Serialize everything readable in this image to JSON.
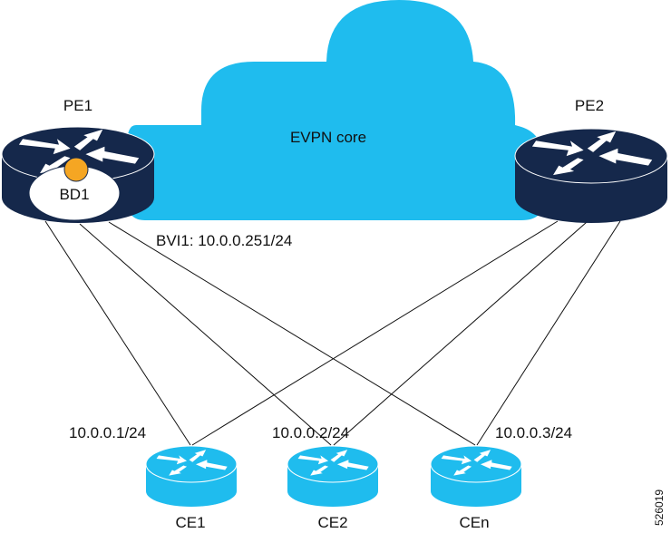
{
  "diagram": {
    "title": "EVPN core topology",
    "cloud": {
      "label": "EVPN core",
      "color": "#1fbcee"
    },
    "colors": {
      "pe_router": "#15284b",
      "ce_router": "#1fbcee",
      "bd_dot": "#f5a623",
      "link": "#111111",
      "arrow": "#ffffff"
    },
    "pe_routers": [
      {
        "id": "PE1",
        "label": "PE1",
        "bridge_domain": "BD1",
        "bvi": "BVI1: 10.0.0.251/24"
      },
      {
        "id": "PE2",
        "label": "PE2"
      }
    ],
    "ce_routers": [
      {
        "id": "CE1",
        "label": "CE1",
        "address": "10.0.0.1/24"
      },
      {
        "id": "CE2",
        "label": "CE2",
        "address": "10.0.0.2/24"
      },
      {
        "id": "CEn",
        "label": "CEn",
        "address": "10.0.0.3/24"
      }
    ],
    "links": [
      {
        "from": "PE1",
        "to": "CE1"
      },
      {
        "from": "PE1",
        "to": "CE2"
      },
      {
        "from": "PE1",
        "to": "CEn"
      },
      {
        "from": "PE2",
        "to": "CE1"
      },
      {
        "from": "PE2",
        "to": "CE2"
      },
      {
        "from": "PE2",
        "to": "CEn"
      }
    ],
    "figure_id": "526019"
  }
}
